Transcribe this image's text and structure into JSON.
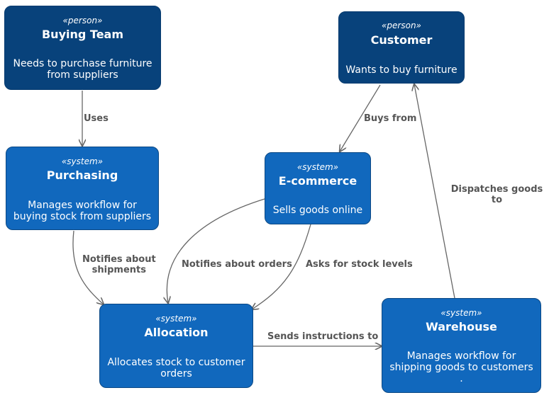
{
  "nodes": {
    "buying_team": {
      "stereotype": "«person»",
      "title": "Buying Team",
      "description": "Needs to purchase furniture\nfrom suppliers"
    },
    "customer": {
      "stereotype": "«person»",
      "title": "Customer",
      "description": "Wants to buy furniture"
    },
    "purchasing": {
      "stereotype": "«system»",
      "title": "Purchasing",
      "description": "Manages workflow for\nbuying stock from suppliers"
    },
    "ecommerce": {
      "stereotype": "«system»",
      "title": "E-commerce",
      "description": "Sells goods online"
    },
    "allocation": {
      "stereotype": "«system»",
      "title": "Allocation",
      "description": "Allocates stock to customer\norders"
    },
    "warehouse": {
      "stereotype": "«system»",
      "title": "Warehouse",
      "description": "Manages workflow for\nshipping goods to customers\n."
    }
  },
  "edges": {
    "uses": "Uses",
    "buys_from": "Buys from",
    "dispatches_goods_to": "Dispatches goods to",
    "notifies_about_shipments": "Notifies about\nshipments",
    "notifies_about_orders": "Notifies about orders",
    "asks_for_stock_levels": "Asks for stock levels",
    "sends_instructions_to": "Sends instructions to"
  },
  "colors": {
    "person": "#08427b",
    "system": "#1168bd",
    "arrow": "#666666",
    "edge_label": "#555555"
  }
}
